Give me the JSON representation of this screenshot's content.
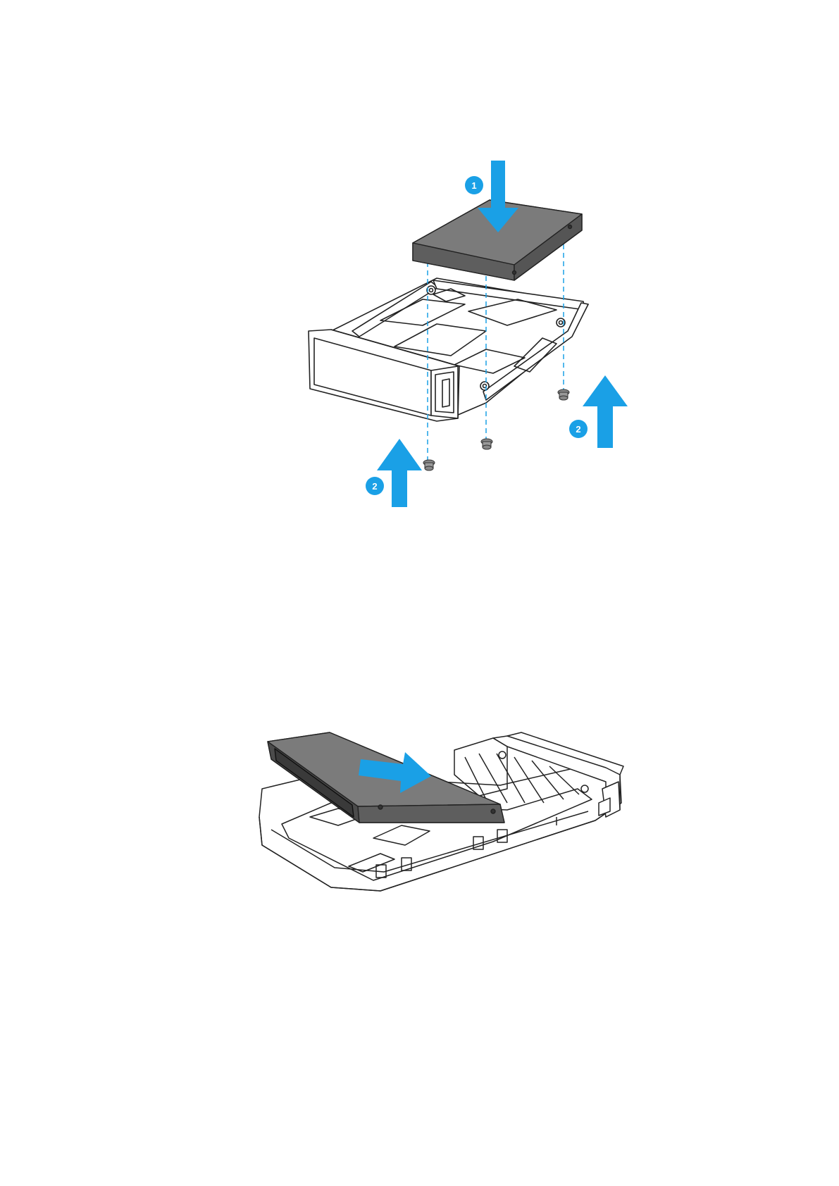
{
  "figure1": {
    "step_install_label": "1",
    "step_screw_label_left": "2",
    "step_screw_label_right": "2"
  },
  "figure2": {},
  "colors": {
    "accent": "#1aa0e6",
    "drive_body": "#6b6b6b",
    "drive_top": "#7b7b7b",
    "outline": "#222222"
  },
  "icons": [
    "arrow-down-icon",
    "arrow-up-icon",
    "arrow-right-icon",
    "screw-icon"
  ]
}
